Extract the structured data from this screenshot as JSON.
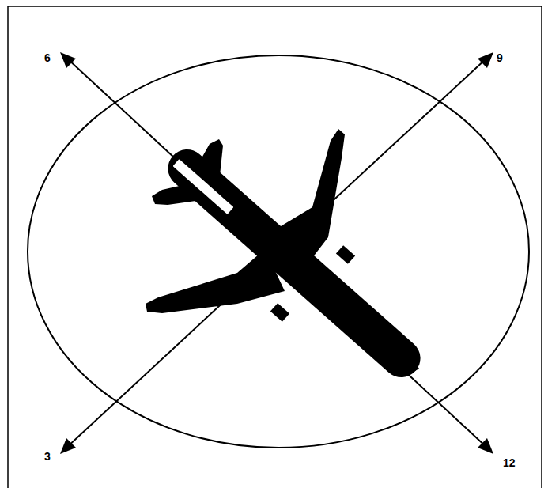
{
  "diagram": {
    "labels": [
      "6",
      "9",
      "3",
      "12"
    ]
  }
}
